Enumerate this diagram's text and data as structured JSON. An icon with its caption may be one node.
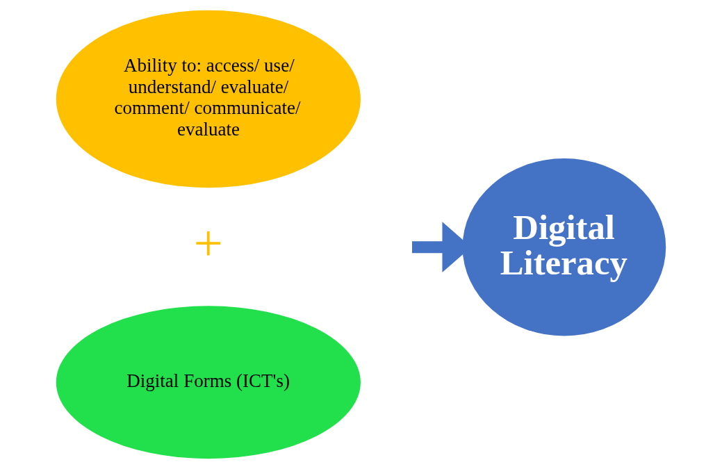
{
  "diagram": {
    "nodes": [
      {
        "text": [
          "Ability to: access/ use/ understand/ evaluate/ comment/ communicate/ evaluate"
        ]
      },
      {
        "text": [
          "Digital Forms (ICT's)"
        ]
      },
      {
        "text": [
          "Digital Literacy"
        ]
      }
    ],
    "edges": [
      {
        "from": null,
        "to": 2,
        "arrow": "to"
      }
    ],
    "labels": [
      "+"
    ]
  }
}
